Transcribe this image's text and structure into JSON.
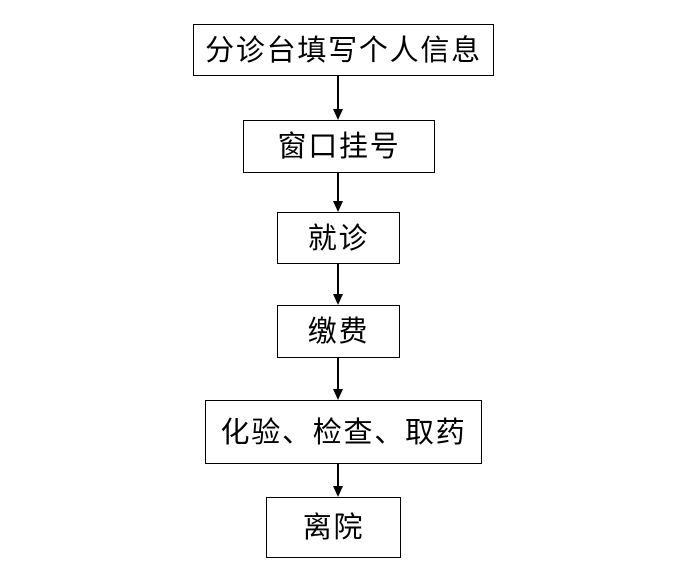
{
  "diagram": {
    "type": "flowchart",
    "orientation": "vertical-top-to-bottom",
    "background_color": "#ffffff",
    "line_color": "#000000",
    "text_color": "#000000",
    "nodes": [
      {
        "id": "node-1",
        "shape": "rectangle",
        "label": "分诊台填写个人信息"
      },
      {
        "id": "node-2",
        "shape": "rectangle",
        "label": "窗口挂号"
      },
      {
        "id": "node-3",
        "shape": "rectangle",
        "label": "就诊"
      },
      {
        "id": "node-4",
        "shape": "rectangle",
        "label": "缴费"
      },
      {
        "id": "node-5",
        "shape": "rectangle",
        "label": "化验、检查、取药"
      },
      {
        "id": "node-6",
        "shape": "rectangle",
        "label": "离院"
      }
    ],
    "connectors": [
      {
        "id": "conn-1",
        "from": "node-1",
        "to": "node-2",
        "style": "arrow-down"
      },
      {
        "id": "conn-2",
        "from": "node-2",
        "to": "node-3",
        "style": "arrow-down"
      },
      {
        "id": "conn-3",
        "from": "node-3",
        "to": "node-4",
        "style": "arrow-down"
      },
      {
        "id": "conn-4",
        "from": "node-4",
        "to": "node-5",
        "style": "arrow-down"
      },
      {
        "id": "conn-5",
        "from": "node-5",
        "to": "node-6",
        "style": "arrow-down"
      }
    ]
  }
}
